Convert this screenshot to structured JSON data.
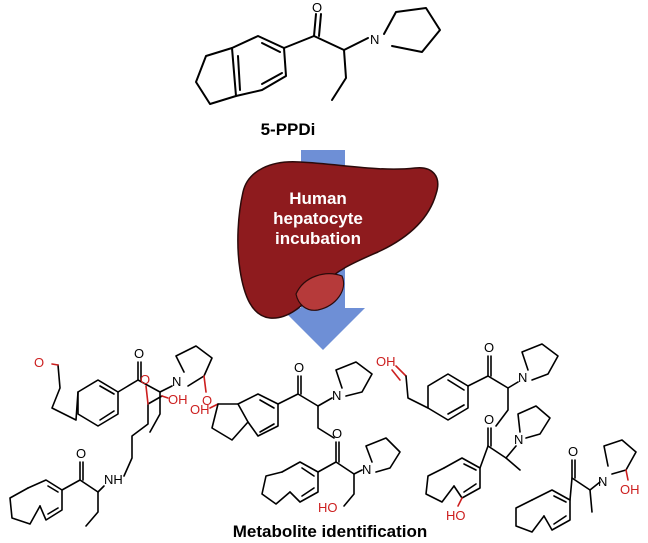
{
  "parent": {
    "name": "5-PPDi",
    "atom_o": "O",
    "atom_n": "N"
  },
  "liver": {
    "line1": "Human",
    "line2": "hepatocyte",
    "line3": "incubation"
  },
  "metabolites": {
    "m1": {
      "o1": "O",
      "o2": "O",
      "n": "N",
      "o3": "O"
    },
    "m2": {
      "oh": "OH",
      "o": "O",
      "n": "N"
    },
    "m3": {
      "oh": "OH",
      "o": "O",
      "n": "N"
    },
    "m4": {
      "o": "O",
      "oh": "OH",
      "nh": "NH"
    },
    "m5": {
      "o": "O",
      "n": "N",
      "ho": "HO"
    },
    "m6": {
      "o": "O",
      "n": "N",
      "ho": "HO"
    },
    "m7": {
      "o": "O",
      "n": "N",
      "oh": "OH"
    }
  },
  "footer": {
    "title": "Metabolite identification"
  },
  "colors": {
    "liver_fill": "#8e1b1e",
    "liver_lobe": "#b63a3a",
    "arrow": "#6e8fd6",
    "highlight": "#cc1f1f"
  }
}
